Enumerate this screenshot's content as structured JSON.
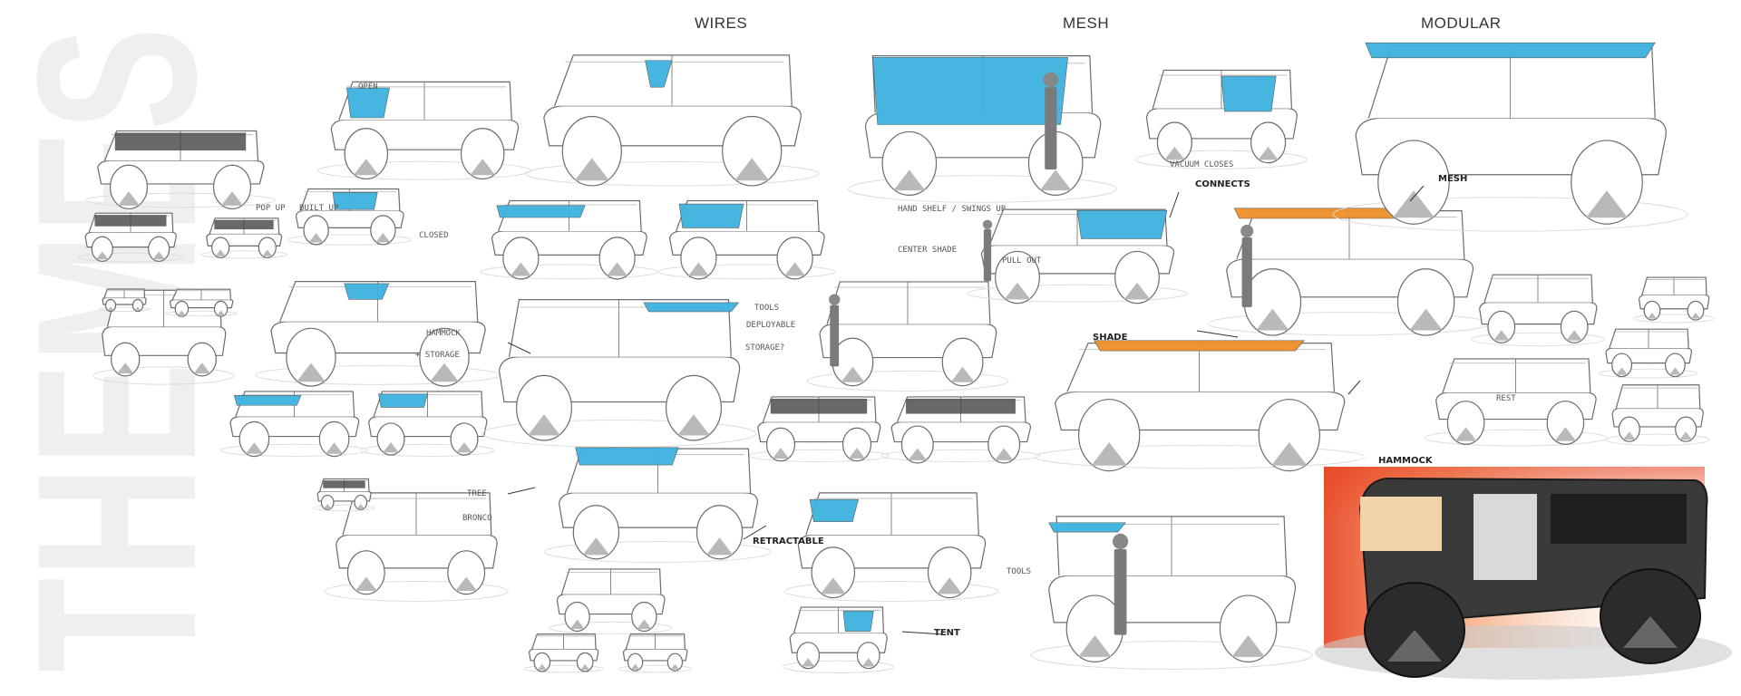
{
  "watermark": "THEMES",
  "columns": [
    {
      "id": "wires",
      "label": "WIRES"
    },
    {
      "id": "mesh",
      "label": "MESH"
    },
    {
      "id": "modular",
      "label": "MODULAR"
    }
  ],
  "annotations": {
    "open": "OPEN",
    "closed": "CLOSED",
    "pop_up": "POP UP",
    "built_up": "BUILT UP",
    "hammock_storage_1": "HAMMOCK",
    "hammock_storage_2": "+ STORAGE",
    "tools_deployable_1": "TOOLS",
    "tools_deployable_2": "DEPLOYABLE",
    "storage_q": "STORAGE?",
    "hand_shelf": "HAND SHELF / SWINGS UP",
    "center_shade": "CENTER SHADE",
    "pull_out": "PULL OUT",
    "vacuum_closes": "VACUUM CLOSES",
    "connects": "CONNECTS",
    "mesh": "MESH",
    "shade": "SHADE",
    "rest": "REST",
    "hammock": "HAMMOCK",
    "tree": "TREE",
    "bronco": "BRONCO",
    "retractable": "RETRACTABLE",
    "tent": "TENT",
    "tools": "TOOLS"
  },
  "colors": {
    "accent_blue": "#3db3e0",
    "accent_orange": "#f0902a",
    "render_red": "#e8401c",
    "line": "#6b6b6b",
    "shade": "#b9b9b9",
    "watermark": "#efefef"
  }
}
